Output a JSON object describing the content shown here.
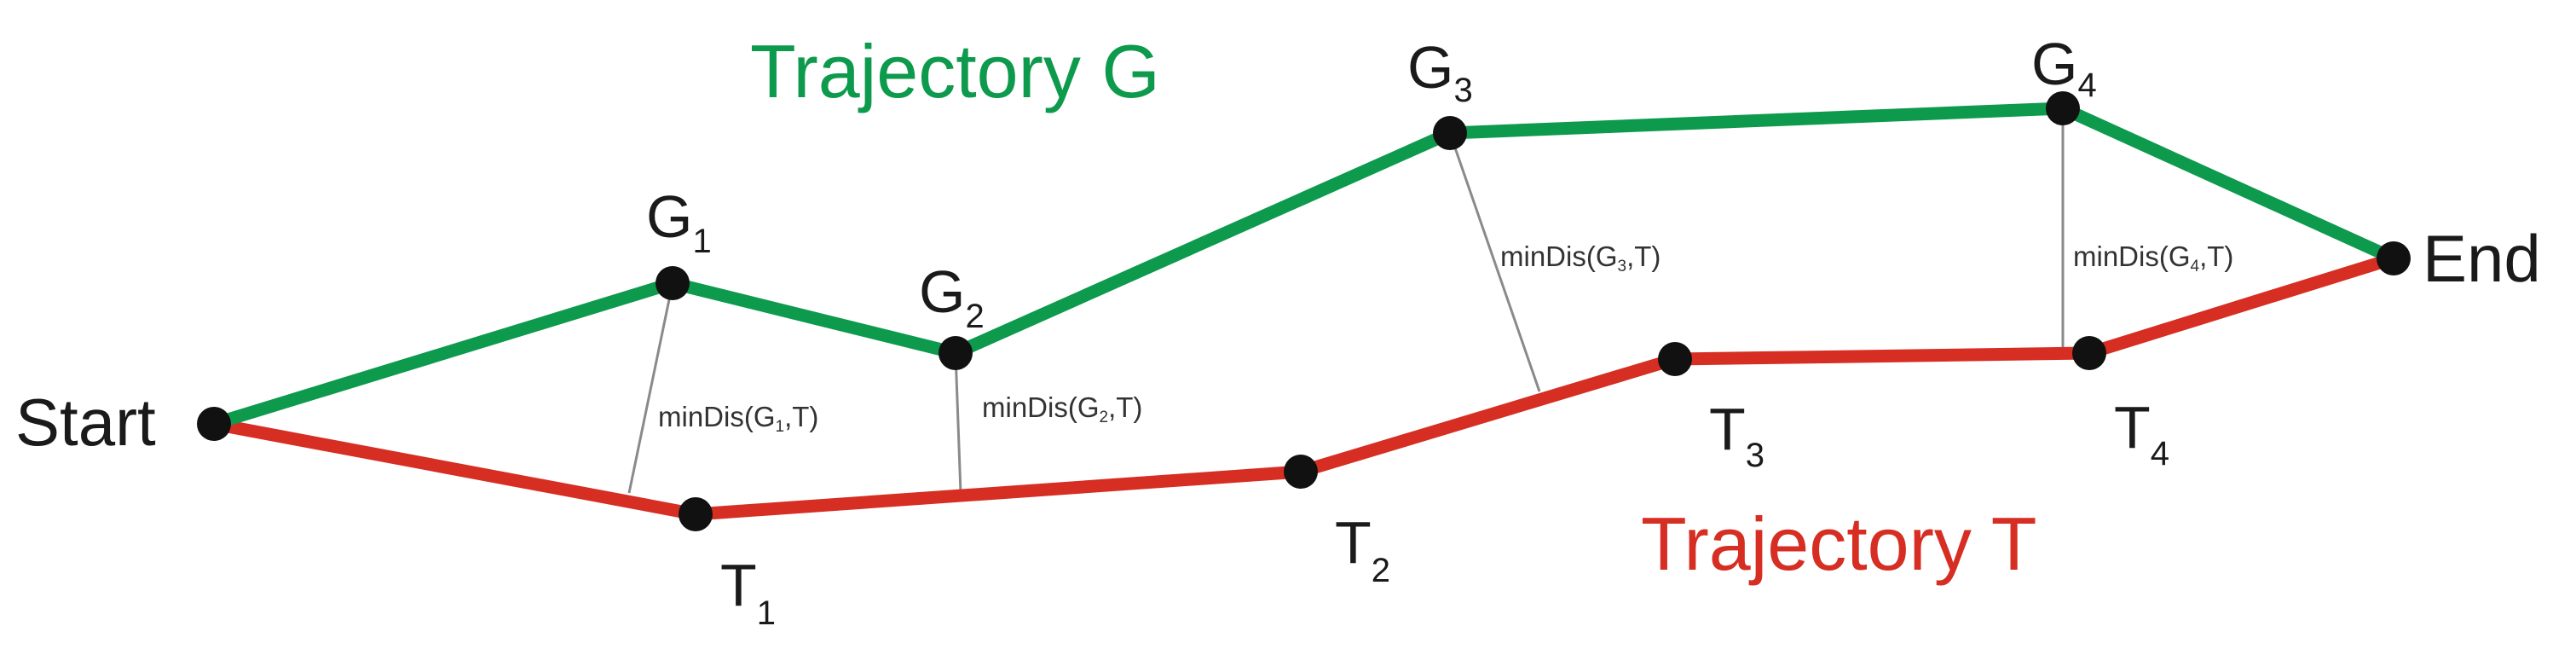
{
  "colors": {
    "trajectory_g": "#0d9a4d",
    "trajectory_t": "#d62e23",
    "point": "#111111",
    "connector": "#8a8a8a"
  },
  "labels": {
    "start": "Start",
    "end": "End",
    "trajectory_g": "Trajectory G",
    "trajectory_t": "Trajectory T"
  },
  "g_points": [
    {
      "letter": "G",
      "sub": "1"
    },
    {
      "letter": "G",
      "sub": "2"
    },
    {
      "letter": "G",
      "sub": "3"
    },
    {
      "letter": "G",
      "sub": "4"
    }
  ],
  "t_points": [
    {
      "letter": "T",
      "sub": "1"
    },
    {
      "letter": "T",
      "sub": "2"
    },
    {
      "letter": "T",
      "sub": "3"
    },
    {
      "letter": "T",
      "sub": "4"
    }
  ],
  "min_dist": [
    {
      "prefix": "minDis(G",
      "sub": "1",
      "suffix": ",T)"
    },
    {
      "prefix": "minDis(G",
      "sub": "2",
      "suffix": ",T)"
    },
    {
      "prefix": "minDis(G",
      "sub": "3",
      "suffix": ",T)"
    },
    {
      "prefix": "minDis(G",
      "sub": "4",
      "suffix": ",T)"
    }
  ]
}
